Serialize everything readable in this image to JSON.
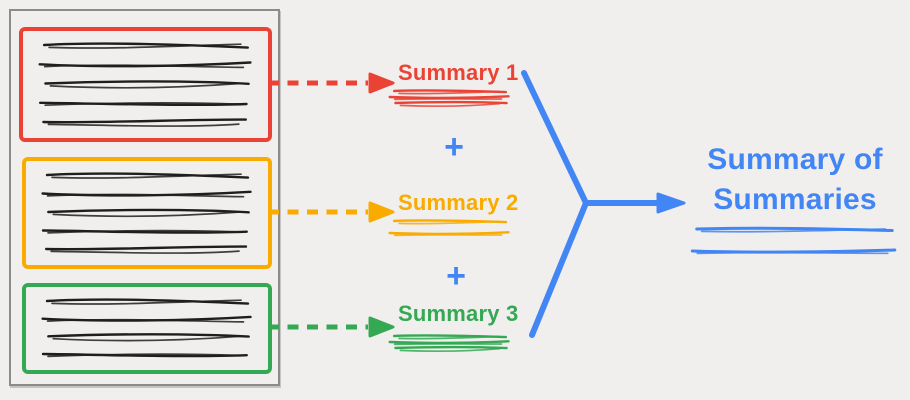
{
  "colors": {
    "bg": "#F0EFED",
    "gray": "#8B8B8B",
    "ink": "#1E1E1E",
    "red": "#EA4335",
    "orange": "#F9AB00",
    "green": "#34A853",
    "blue": "#4285F4"
  },
  "pipeline": {
    "source_panel": {
      "documents": [
        {
          "name": "document-1",
          "color": "#EA4335",
          "text_lines": 5
        },
        {
          "name": "document-2",
          "color": "#F9AB00",
          "text_lines": 5
        },
        {
          "name": "document-3",
          "color": "#34A853",
          "text_lines": 4
        }
      ]
    },
    "summaries": [
      {
        "label": "Summary 1",
        "color": "#EA4335",
        "underline_strokes": 3
      },
      {
        "label": "Summary 2",
        "color": "#F9AB00",
        "underline_strokes": 2
      },
      {
        "label": "Summary 3",
        "color": "#34A853",
        "underline_strokes": 3
      }
    ],
    "plus_sign": "+",
    "final_summary": {
      "label_line1": "Summary of",
      "label_line2": "Summaries",
      "color": "#4285F4",
      "underline_strokes": 2
    },
    "icons": {
      "dashed_arrow": "dashed-arrow-icon",
      "merge_arrow": "merge-arrow-icon",
      "plus": "plus-icon"
    }
  }
}
